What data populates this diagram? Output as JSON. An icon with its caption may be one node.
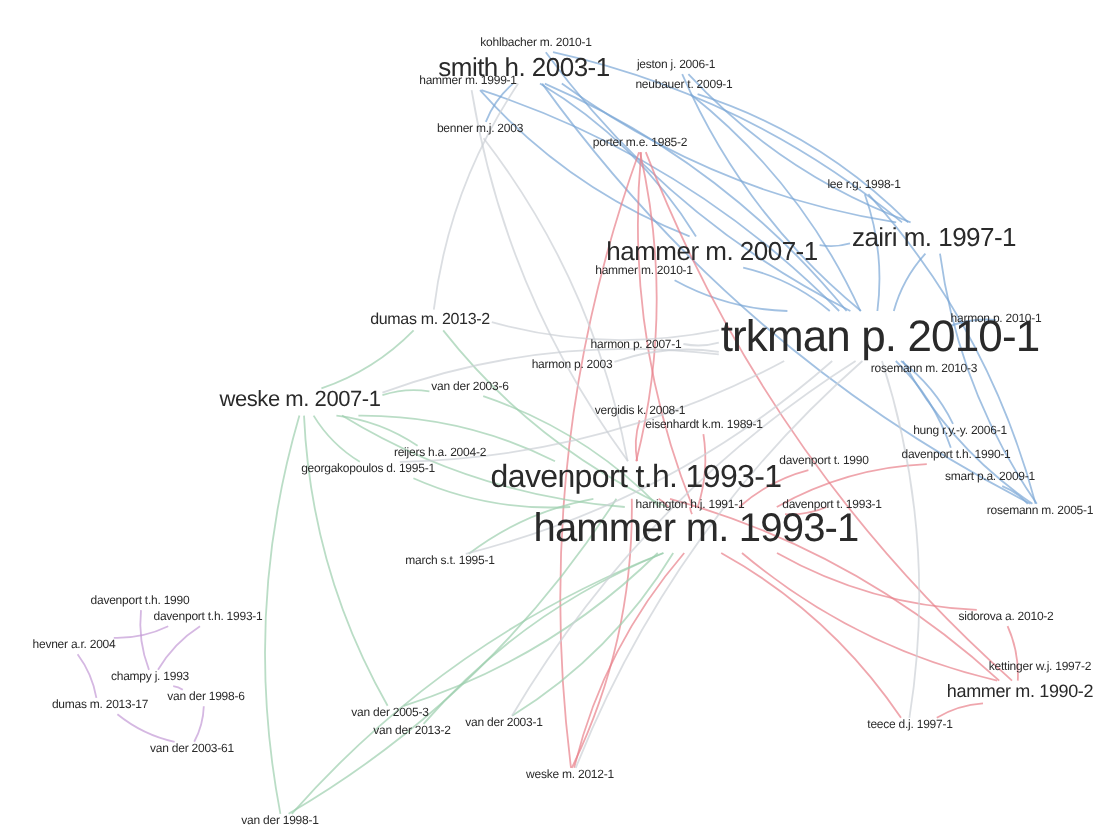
{
  "diagram": {
    "nodes": [
      {
        "text": [
          "hammer m. 1999-1"
        ]
      },
      {
        "text": [
          "kohlbacher m. 2010-1"
        ]
      },
      {
        "text": [
          "smith h. 2003-1"
        ]
      },
      {
        "text": [
          "jeston j. 2006-1"
        ]
      },
      {
        "text": [
          "neubauer t. 2009-1"
        ]
      },
      {
        "text": [
          "benner m.j. 2003"
        ]
      },
      {
        "text": [
          "porter m.e. 1985-2"
        ]
      },
      {
        "text": [
          "lee r.g. 1998-1"
        ]
      },
      {
        "text": [
          "zairi m. 1997-1"
        ]
      },
      {
        "text": [
          "hammer m. 2007-1"
        ]
      },
      {
        "text": [
          "hammer m. 2010-1"
        ]
      },
      {
        "text": [
          "trkman p. 2010-1"
        ]
      },
      {
        "text": [
          "harmon p. 2010-1"
        ]
      },
      {
        "text": [
          "rosemann m. 2010-3"
        ]
      },
      {
        "text": [
          "dumas m. 2013-2"
        ]
      },
      {
        "text": [
          "harmon p. 2003"
        ]
      },
      {
        "text": [
          "harmon p. 2007-1"
        ]
      },
      {
        "text": [
          "weske m. 2007-1"
        ]
      },
      {
        "text": [
          "van der 2003-6"
        ]
      },
      {
        "text": [
          "vergidis k. 2008-1"
        ]
      },
      {
        "text": [
          "eisenhardt k.m. 1989-1"
        ]
      },
      {
        "text": [
          "hung r.y.-y. 2006-1"
        ]
      },
      {
        "text": [
          "reijers h.a. 2004-2"
        ]
      },
      {
        "text": [
          "georgakopoulos d. 1995-1"
        ]
      },
      {
        "text": [
          "davenport t.h. 1993-1"
        ]
      },
      {
        "text": [
          "davenport t. 1990"
        ]
      },
      {
        "text": [
          "davenport t.h. 1990-1"
        ]
      },
      {
        "text": [
          "smart p.a. 2009-1"
        ]
      },
      {
        "text": [
          "harrington h.j. 1991-1"
        ]
      },
      {
        "text": [
          "davenport t. 1993-1"
        ]
      },
      {
        "text": [
          "hammer m. 1993-1"
        ]
      },
      {
        "text": [
          "rosemann m. 2005-1"
        ]
      },
      {
        "text": [
          "march s.t. 1995-1"
        ]
      },
      {
        "text": [
          "sidorova a. 2010-2"
        ]
      },
      {
        "text": [
          "kettinger w.j. 1997-2"
        ]
      },
      {
        "text": [
          "hammer m. 1990-2"
        ]
      },
      {
        "text": [
          "teece d.j. 1997-1"
        ]
      },
      {
        "text": [
          "weske m. 2012-1"
        ]
      },
      {
        "text": [
          "van der 2005-3"
        ]
      },
      {
        "text": [
          "van der 2013-2"
        ]
      },
      {
        "text": [
          "van der 2003-1"
        ]
      },
      {
        "text": [
          "van der 1998-1"
        ]
      },
      {
        "text": [
          "davenport t.h. 1990"
        ]
      },
      {
        "text": [
          "davenport t.h. 1993-1"
        ]
      },
      {
        "text": [
          "hevner a.r. 2004"
        ]
      },
      {
        "text": [
          "champy j. 1993"
        ]
      },
      {
        "text": [
          "dumas m. 2013-17"
        ]
      },
      {
        "text": [
          "van der 1998-6"
        ]
      },
      {
        "text": [
          "van der 2003-61"
        ]
      }
    ],
    "edges": [
      {
        "from": 2,
        "to": 11,
        "arrow": "none",
        "color": "#7aa7d6"
      },
      {
        "from": 2,
        "to": 8,
        "arrow": "none",
        "color": "#7aa7d6"
      },
      {
        "from": 2,
        "to": 9,
        "arrow": "none",
        "color": "#7aa7d6"
      },
      {
        "from": 1,
        "to": 11,
        "arrow": "none",
        "color": "#7aa7d6"
      },
      {
        "from": 0,
        "to": 11,
        "arrow": "none",
        "color": "#7aa7d6"
      },
      {
        "from": 3,
        "to": 11,
        "arrow": "none",
        "color": "#7aa7d6"
      },
      {
        "from": 4,
        "to": 11,
        "arrow": "none",
        "color": "#7aa7d6"
      },
      {
        "from": 3,
        "to": 8,
        "arrow": "none",
        "color": "#7aa7d6"
      },
      {
        "from": 7,
        "to": 11,
        "arrow": "none",
        "color": "#7aa7d6"
      },
      {
        "from": 8,
        "to": 11,
        "arrow": "none",
        "color": "#7aa7d6"
      },
      {
        "from": 9,
        "to": 11,
        "arrow": "none",
        "color": "#7aa7d6"
      },
      {
        "from": 10,
        "to": 11,
        "arrow": "none",
        "color": "#7aa7d6"
      },
      {
        "from": 12,
        "to": 11,
        "arrow": "none",
        "color": "#7aa7d6"
      },
      {
        "from": 21,
        "to": 11,
        "arrow": "none",
        "color": "#7aa7d6"
      },
      {
        "from": 31,
        "to": 11,
        "arrow": "none",
        "color": "#7aa7d6"
      },
      {
        "from": 26,
        "to": 11,
        "arrow": "none",
        "color": "#7aa7d6"
      },
      {
        "from": 27,
        "to": 31,
        "arrow": "none",
        "color": "#7aa7d6"
      },
      {
        "from": 8,
        "to": 31,
        "arrow": "none",
        "color": "#7aa7d6"
      },
      {
        "from": 7,
        "to": 31,
        "arrow": "none",
        "color": "#7aa7d6"
      },
      {
        "from": 2,
        "to": 31,
        "arrow": "none",
        "color": "#7aa7d6"
      },
      {
        "from": 4,
        "to": 8,
        "arrow": "none",
        "color": "#7aa7d6"
      },
      {
        "from": 9,
        "to": 8,
        "arrow": "none",
        "color": "#7aa7d6"
      },
      {
        "from": 5,
        "to": 2,
        "arrow": "none",
        "color": "#7aa7d6"
      },
      {
        "from": 0,
        "to": 9,
        "arrow": "none",
        "color": "#7aa7d6"
      },
      {
        "from": 1,
        "to": 8,
        "arrow": "none",
        "color": "#7aa7d6"
      },
      {
        "from": 6,
        "to": 30,
        "arrow": "none",
        "color": "#e8808a"
      },
      {
        "from": 6,
        "to": 24,
        "arrow": "none",
        "color": "#e8808a"
      },
      {
        "from": 6,
        "to": 35,
        "arrow": "none",
        "color": "#e8808a"
      },
      {
        "from": 24,
        "to": 30,
        "arrow": "none",
        "color": "#e8808a"
      },
      {
        "from": 30,
        "to": 35,
        "arrow": "none",
        "color": "#e8808a"
      },
      {
        "from": 24,
        "to": 35,
        "arrow": "none",
        "color": "#e8808a"
      },
      {
        "from": 25,
        "to": 30,
        "arrow": "none",
        "color": "#e8808a"
      },
      {
        "from": 28,
        "to": 30,
        "arrow": "none",
        "color": "#e8808a"
      },
      {
        "from": 29,
        "to": 30,
        "arrow": "none",
        "color": "#e8808a"
      },
      {
        "from": 33,
        "to": 35,
        "arrow": "none",
        "color": "#e8808a"
      },
      {
        "from": 36,
        "to": 30,
        "arrow": "none",
        "color": "#e8808a"
      },
      {
        "from": 37,
        "to": 30,
        "arrow": "none",
        "color": "#e8808a"
      },
      {
        "from": 37,
        "to": 24,
        "arrow": "none",
        "color": "#e8808a"
      },
      {
        "from": 33,
        "to": 30,
        "arrow": "none",
        "color": "#e8808a"
      },
      {
        "from": 26,
        "to": 30,
        "arrow": "none",
        "color": "#e8808a"
      },
      {
        "from": 20,
        "to": 30,
        "arrow": "none",
        "color": "#e8808a"
      },
      {
        "from": 19,
        "to": 24,
        "arrow": "none",
        "color": "#e8808a"
      },
      {
        "from": 36,
        "to": 35,
        "arrow": "none",
        "color": "#e8808a"
      },
      {
        "from": 6,
        "to": 37,
        "arrow": "none",
        "color": "#e8808a"
      },
      {
        "from": 17,
        "to": 24,
        "arrow": "none",
        "color": "#9dcfae"
      },
      {
        "from": 17,
        "to": 30,
        "arrow": "none",
        "color": "#9dcfae"
      },
      {
        "from": 17,
        "to": 18,
        "arrow": "none",
        "color": "#9dcfae"
      },
      {
        "from": 17,
        "to": 23,
        "arrow": "none",
        "color": "#9dcfae"
      },
      {
        "from": 17,
        "to": 22,
        "arrow": "none",
        "color": "#9dcfae"
      },
      {
        "from": 17,
        "to": 14,
        "arrow": "none",
        "color": "#9dcfae"
      },
      {
        "from": 18,
        "to": 30,
        "arrow": "none",
        "color": "#9dcfae"
      },
      {
        "from": 23,
        "to": 30,
        "arrow": "none",
        "color": "#9dcfae"
      },
      {
        "from": 32,
        "to": 24,
        "arrow": "none",
        "color": "#9dcfae"
      },
      {
        "from": 38,
        "to": 30,
        "arrow": "none",
        "color": "#9dcfae"
      },
      {
        "from": 39,
        "to": 30,
        "arrow": "none",
        "color": "#9dcfae"
      },
      {
        "from": 40,
        "to": 30,
        "arrow": "none",
        "color": "#9dcfae"
      },
      {
        "from": 41,
        "to": 30,
        "arrow": "none",
        "color": "#9dcfae"
      },
      {
        "from": 41,
        "to": 24,
        "arrow": "none",
        "color": "#9dcfae"
      },
      {
        "from": 38,
        "to": 17,
        "arrow": "none",
        "color": "#9dcfae"
      },
      {
        "from": 14,
        "to": 30,
        "arrow": "none",
        "color": "#9dcfae"
      },
      {
        "from": 41,
        "to": 17,
        "arrow": "none",
        "color": "#9dcfae"
      },
      {
        "from": 14,
        "to": 11,
        "arrow": "none",
        "color": "#ccd0d6"
      },
      {
        "from": 5,
        "to": 24,
        "arrow": "none",
        "color": "#ccd0d6"
      },
      {
        "from": 0,
        "to": 24,
        "arrow": "none",
        "color": "#ccd0d6"
      },
      {
        "from": 15,
        "to": 11,
        "arrow": "none",
        "color": "#ccd0d6"
      },
      {
        "from": 16,
        "to": 11,
        "arrow": "none",
        "color": "#ccd0d6"
      },
      {
        "from": 17,
        "to": 11,
        "arrow": "none",
        "color": "#ccd0d6"
      },
      {
        "from": 32,
        "to": 11,
        "arrow": "none",
        "color": "#ccd0d6"
      },
      {
        "from": 40,
        "to": 11,
        "arrow": "none",
        "color": "#ccd0d6"
      },
      {
        "from": 36,
        "to": 11,
        "arrow": "none",
        "color": "#ccd0d6"
      },
      {
        "from": 37,
        "to": 11,
        "arrow": "none",
        "color": "#ccd0d6"
      },
      {
        "from": 23,
        "to": 11,
        "arrow": "none",
        "color": "#ccd0d6"
      },
      {
        "from": 14,
        "to": 2,
        "arrow": "none",
        "color": "#ccd0d6"
      },
      {
        "from": 44,
        "to": 43,
        "arrow": "none",
        "color": "#c39ad6"
      },
      {
        "from": 45,
        "to": 43,
        "arrow": "none",
        "color": "#c39ad6"
      },
      {
        "from": 46,
        "to": 44,
        "arrow": "none",
        "color": "#c39ad6"
      },
      {
        "from": 47,
        "to": 48,
        "arrow": "none",
        "color": "#c39ad6"
      },
      {
        "from": 46,
        "to": 48,
        "arrow": "none",
        "color": "#c39ad6"
      },
      {
        "from": 45,
        "to": 47,
        "arrow": "none",
        "color": "#c39ad6"
      },
      {
        "from": 42,
        "to": 45,
        "arrow": "none",
        "color": "#c39ad6"
      }
    ]
  }
}
